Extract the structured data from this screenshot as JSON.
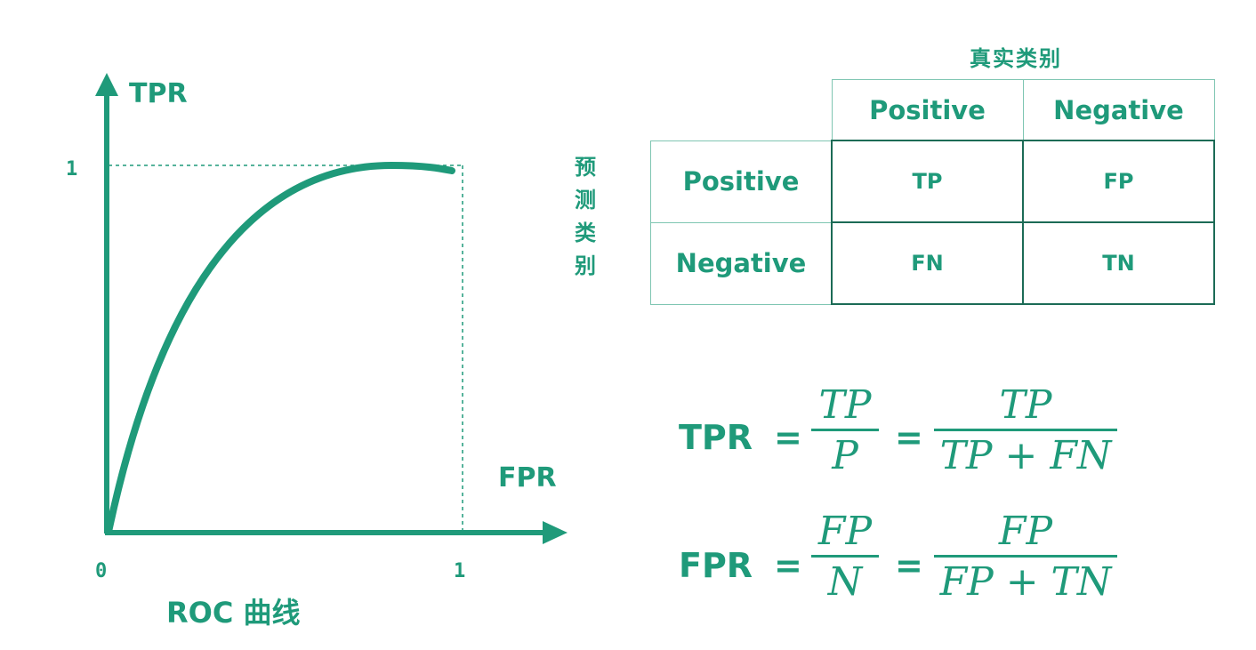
{
  "roc": {
    "y_axis_label": "TPR",
    "x_axis_label": "FPR",
    "y_tick_1": "1",
    "x_tick_0": "0",
    "x_tick_1": "1",
    "caption": "ROC 曲线"
  },
  "confusion_matrix": {
    "column_title": "真实类别",
    "row_title_chars": [
      "预",
      "测",
      "类",
      "别"
    ],
    "column_headers": [
      "Positive",
      "Negative"
    ],
    "row_headers": [
      "Positive",
      "Negative"
    ],
    "cells": [
      [
        "TP",
        "FP"
      ],
      [
        "FN",
        "TN"
      ]
    ]
  },
  "formulas": [
    {
      "lhs": "TPR",
      "eq1": "=",
      "frac1_num": "TP",
      "frac1_den": "P",
      "eq2": "=",
      "frac2_num": "TP",
      "frac2_den": "TP + FN"
    },
    {
      "lhs": "FPR",
      "eq1": "=",
      "frac1_num": "FP",
      "frac1_den": "N",
      "eq2": "=",
      "frac2_num": "FP",
      "frac2_den": "FP + TN"
    }
  ],
  "colors": {
    "accent": "#1f9a7a",
    "table_dark_border": "#1c6b56",
    "table_light_border": "#7fc6b2"
  }
}
